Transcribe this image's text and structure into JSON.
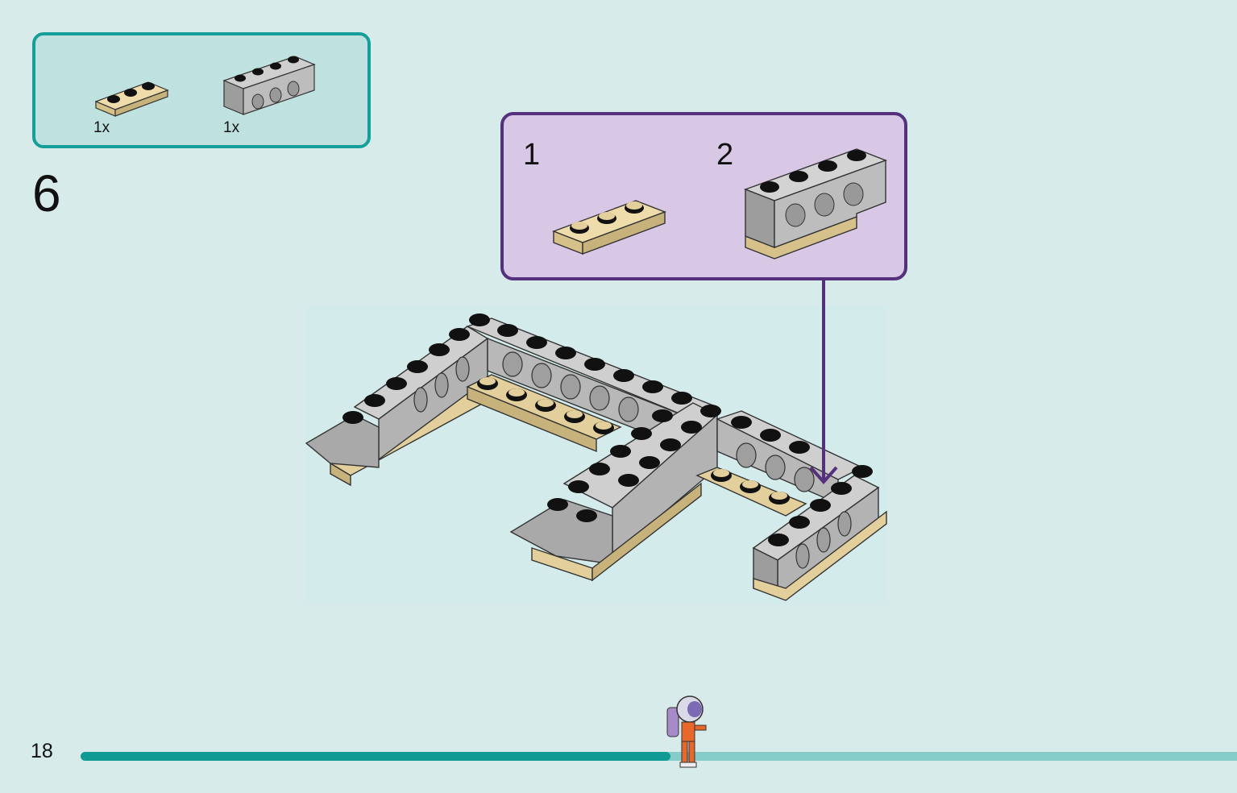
{
  "parts": {
    "items": [
      {
        "qty": "1x",
        "name": "tan-plate-1x3",
        "color": "#e3cf9b"
      },
      {
        "qty": "1x",
        "name": "gray-technic-brick-1x4",
        "color": "#b9b9b9"
      }
    ]
  },
  "step": {
    "number": "6"
  },
  "sub_steps": [
    {
      "label": "1"
    },
    {
      "label": "2"
    }
  ],
  "page": {
    "number": "18"
  },
  "progress": {
    "fraction": 0.51
  },
  "colors": {
    "background": "#d6ebea",
    "parts_border": "#169e9a",
    "substep_border": "#55307d",
    "brick_gray": "#b9b9b9",
    "brick_tan": "#e3cf9b",
    "progress_done": "#0f9b94",
    "progress_remaining": "#86cdca"
  }
}
